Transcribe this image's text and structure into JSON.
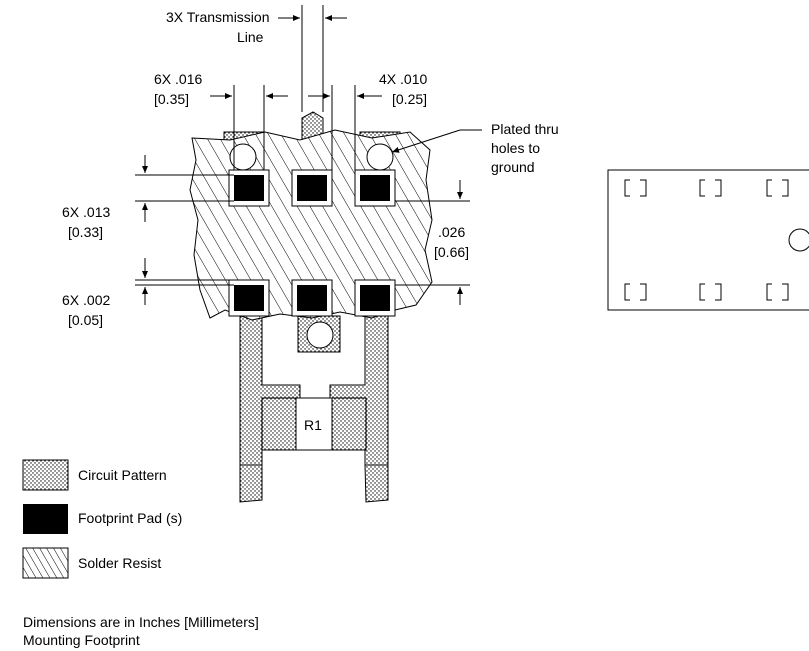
{
  "annotations": {
    "transmission_line": [
      "3X Transmission",
      "Line"
    ],
    "pad_width": [
      "6X .016",
      "[0.35]"
    ],
    "gap_width": [
      "4X .010",
      "[0.25]"
    ],
    "plated_holes": [
      "Plated thru",
      "holes to",
      "ground"
    ],
    "pad_height": [
      "6X .013",
      "[0.33]"
    ],
    "pad_spacing": [
      ".026",
      "[0.66]"
    ],
    "pad_clearance": [
      "6X .002",
      "[0.05]"
    ],
    "resistor": "R1"
  },
  "legend": {
    "circuit_pattern": "Circuit Pattern",
    "footprint_pad": "Footprint Pad (s)",
    "solder_resist": "Solder Resist"
  },
  "notes": {
    "dimensions": "Dimensions are in Inches [Millimeters]",
    "title": "Mounting Footprint"
  },
  "colors": {
    "line": "#000000",
    "pad": "#000000",
    "background": "#ffffff"
  }
}
